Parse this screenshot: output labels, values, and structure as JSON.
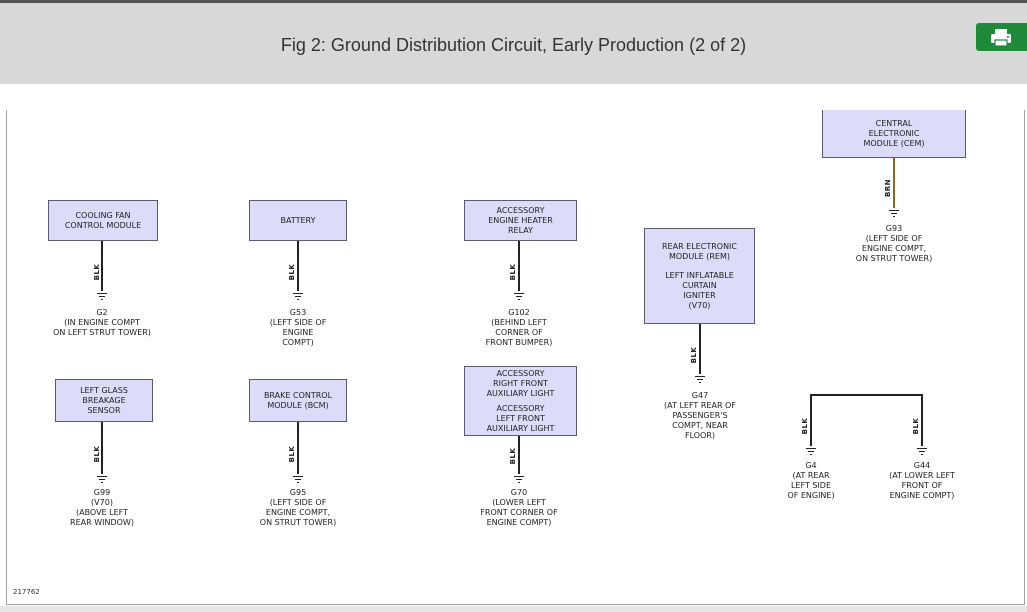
{
  "header": {
    "title": "Fig 2: Ground Distribution Circuit, Early Production (2 of 2)",
    "print_icon": "printer-icon",
    "print_color": "#1f8a3a"
  },
  "diagram": {
    "figure_number": "217762",
    "cut_off_text": "",
    "components": [
      {
        "id": "cooling-fan",
        "label": "COOLING FAN\nCONTROL MODULE",
        "wire": "BLK",
        "ground_id": "G2",
        "ground_desc": "(IN ENGINE COMPT\nON LEFT STRUT TOWER)"
      },
      {
        "id": "battery",
        "label": "BATTERY",
        "wire": "BLK",
        "ground_id": "G53",
        "ground_desc": "(LEFT SIDE OF\nENGINE\nCOMPT)"
      },
      {
        "id": "accessory-heater-relay",
        "label": "ACCESSORY\nENGINE HEATER\nRELAY",
        "wire": "BLK",
        "ground_id": "G102",
        "ground_desc": "(BEHIND LEFT\nCORNER OF\nFRONT BUMPER)"
      },
      {
        "id": "rem",
        "label": "REAR ELECTRONIC\nMODULE (REM)",
        "label2": "LEFT INFLATABLE\nCURTAIN\nIGNITER\n(V70)",
        "wire": "BLK",
        "ground_id": "G47",
        "ground_desc": "(AT LEFT REAR OF\nPASSENGER'S\nCOMPT, NEAR\nFLOOR)"
      },
      {
        "id": "cem",
        "label": "CENTRAL\nELECTRONIC\nMODULE (CEM)",
        "wire": "BRN",
        "ground_id": "G93",
        "ground_desc": "(LEFT SIDE OF\nENGINE COMPT,\nON STRUT TOWER)"
      },
      {
        "id": "glass-breakage",
        "label": "LEFT GLASS\nBREAKAGE\nSENSOR",
        "wire": "BLK",
        "ground_id": "G99",
        "ground_desc": "(V70)\n(ABOVE LEFT\nREAR WINDOW)"
      },
      {
        "id": "bcm",
        "label": "BRAKE CONTROL\nMODULE (BCM)",
        "wire": "BLK",
        "ground_id": "G95",
        "ground_desc": "(LEFT SIDE OF\nENGINE COMPT,\nON STRUT TOWER)"
      },
      {
        "id": "aux-lights",
        "label": "ACCESSORY\nRIGHT FRONT\nAUXILIARY LIGHT",
        "label2": "ACCESSORY\nLEFT FRONT\nAUXILIARY LIGHT",
        "wire": "BLK",
        "ground_id": "G70",
        "ground_desc": "(LOWER LEFT\nFRONT CORNER OF\nENGINE COMPT)"
      }
    ],
    "grounds_only": [
      {
        "wire": "BLK",
        "ground_id": "G4",
        "ground_desc": "(AT REAR\nLEFT SIDE\nOF ENGINE)"
      },
      {
        "wire": "BLK",
        "ground_id": "G44",
        "ground_desc": "(AT LOWER LEFT\nFRONT OF\nENGINE COMPT)"
      }
    ]
  }
}
